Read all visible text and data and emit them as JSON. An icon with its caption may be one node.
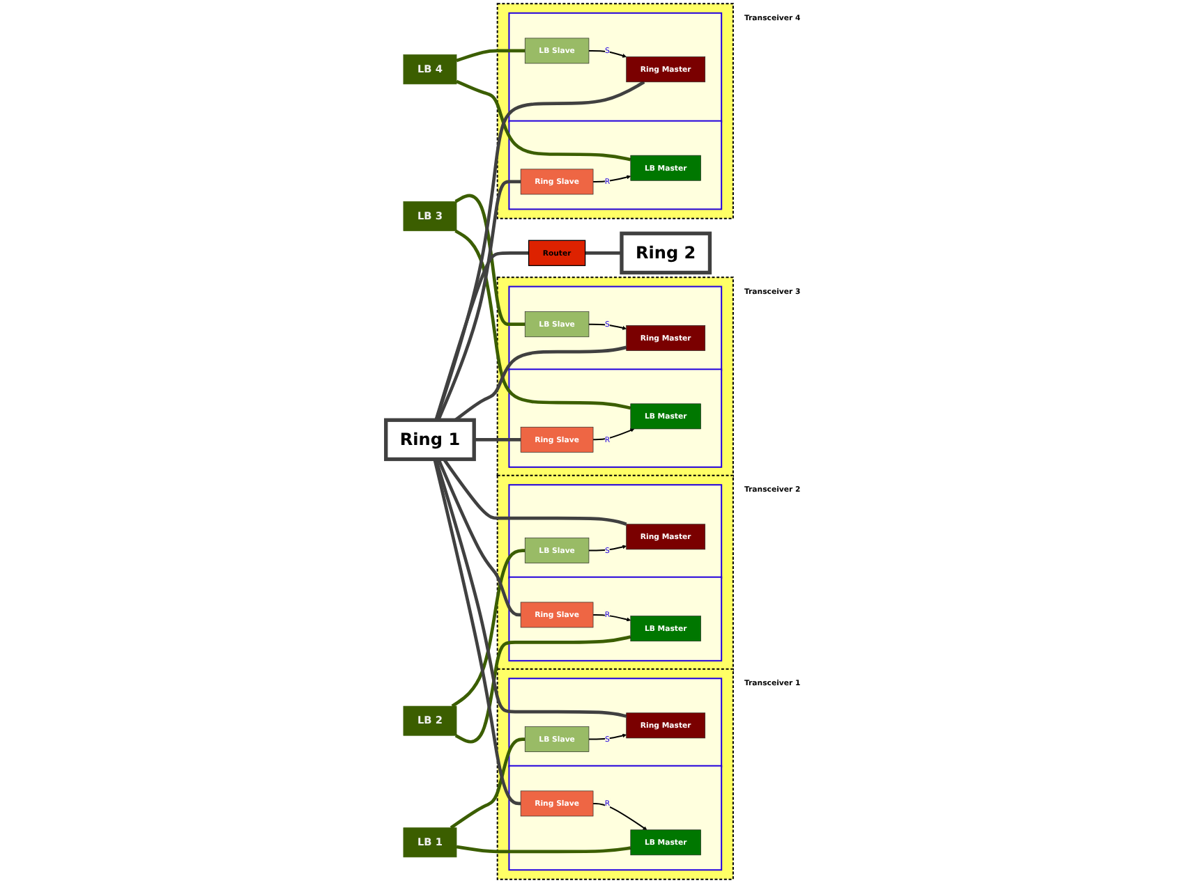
{
  "diagram": {
    "nodes": [
      {
        "text": [
          "LB 1"
        ]
      },
      {
        "text": [
          "Transceiver 1"
        ]
      },
      {
        "text": [],
        "shape": "box",
        "in": 1
      },
      {
        "text": [
          "LB Master"
        ],
        "in": 2
      },
      {
        "text": [
          "Ring Slave"
        ],
        "in": 2
      },
      {
        "text": [],
        "shape": "box",
        "in": 1
      },
      {
        "text": [
          "LB Slave"
        ],
        "in": 5
      },
      {
        "text": [
          "Ring Master"
        ],
        "in": 5
      },
      {
        "text": [
          "Transceiver 2"
        ]
      },
      {
        "text": [],
        "shape": "box",
        "in": 8
      },
      {
        "text": [
          "Ring Slave"
        ],
        "in": 9
      },
      {
        "text": [
          "LB Master"
        ],
        "in": 9
      },
      {
        "text": [],
        "shape": "box",
        "in": 8
      },
      {
        "text": [
          "Ring Master"
        ],
        "in": 12
      },
      {
        "text": [
          "LB Slave"
        ],
        "in": 12
      },
      {
        "text": [
          "LB 2"
        ]
      },
      {
        "text": [
          "Ring 1"
        ]
      },
      {
        "text": [
          "LB 3"
        ]
      },
      {
        "text": [
          "Transceiver 3"
        ]
      },
      {
        "text": [],
        "shape": "box",
        "in": 18
      },
      {
        "text": [
          "LB Master"
        ],
        "in": 19
      },
      {
        "text": [
          "Ring Slave"
        ],
        "in": 19
      },
      {
        "text": [],
        "shape": "box",
        "in": 18
      },
      {
        "text": [
          "LB Slave"
        ],
        "in": 22
      },
      {
        "text": [
          "Ring Master"
        ],
        "in": 22
      },
      {
        "text": [
          "Transceiver 4"
        ]
      },
      {
        "text": [],
        "shape": "box",
        "in": 25
      },
      {
        "text": [
          "Ring Slave"
        ],
        "in": 26
      },
      {
        "text": [
          "LB Master"
        ],
        "in": 26
      },
      {
        "text": [],
        "shape": "box",
        "in": 25
      },
      {
        "text": [
          "Ring Master"
        ],
        "in": 29
      },
      {
        "text": [
          "LB Slave"
        ],
        "in": 29
      },
      {
        "text": [
          "LB 4"
        ]
      },
      {
        "text": [
          "Router"
        ]
      },
      {
        "text": [
          "Ring 2"
        ]
      }
    ],
    "edges": [
      {
        "from": 4,
        "to": 3,
        "arrow": "to",
        "label": "R",
        "color": "#000000"
      },
      {
        "from": 6,
        "to": 7,
        "arrow": "to",
        "label": "S",
        "color": "#000000"
      },
      {
        "from": 10,
        "to": 11,
        "arrow": "to",
        "label": "R",
        "color": "#000000"
      },
      {
        "from": 14,
        "to": 13,
        "arrow": "to",
        "label": "S",
        "color": "#000000"
      },
      {
        "from": 21,
        "to": 20,
        "arrow": "to",
        "label": "R",
        "color": "#000000"
      },
      {
        "from": 23,
        "to": 24,
        "arrow": "to",
        "label": "S",
        "color": "#000000"
      },
      {
        "from": 27,
        "to": 28,
        "arrow": "to",
        "label": "R",
        "color": "#000000"
      },
      {
        "from": 31,
        "to": 30,
        "arrow": "to",
        "label": "S",
        "color": "#000000"
      },
      {
        "from": 0,
        "to": 3,
        "arrow": "none",
        "color": "#3b5e00"
      },
      {
        "from": 0,
        "to": 6,
        "arrow": "none",
        "color": "#3b5e00"
      },
      {
        "from": 15,
        "to": 11,
        "arrow": "none",
        "color": "#3b5e00"
      },
      {
        "from": 15,
        "to": 14,
        "arrow": "none",
        "color": "#3b5e00"
      },
      {
        "from": 17,
        "to": 20,
        "arrow": "none",
        "color": "#3b5e00"
      },
      {
        "from": 17,
        "to": 23,
        "arrow": "none",
        "color": "#3b5e00"
      },
      {
        "from": 32,
        "to": 28,
        "arrow": "none",
        "color": "#3b5e00"
      },
      {
        "from": 32,
        "to": 31,
        "arrow": "none",
        "color": "#3b5e00"
      },
      {
        "from": 16,
        "to": 4,
        "arrow": "none"
      },
      {
        "from": 16,
        "to": 7,
        "arrow": "none"
      },
      {
        "from": 16,
        "to": 10,
        "arrow": "none"
      },
      {
        "from": 16,
        "to": 13,
        "arrow": "none"
      },
      {
        "from": 16,
        "to": 21,
        "arrow": "none"
      },
      {
        "from": 16,
        "to": 24,
        "arrow": "none"
      },
      {
        "from": 16,
        "to": 27,
        "arrow": "none"
      },
      {
        "from": 16,
        "to": 30,
        "arrow": "none"
      },
      {
        "from": 16,
        "to": 33,
        "arrow": "none"
      },
      {
        "from": 33,
        "to": 34,
        "arrow": "none"
      }
    ]
  }
}
